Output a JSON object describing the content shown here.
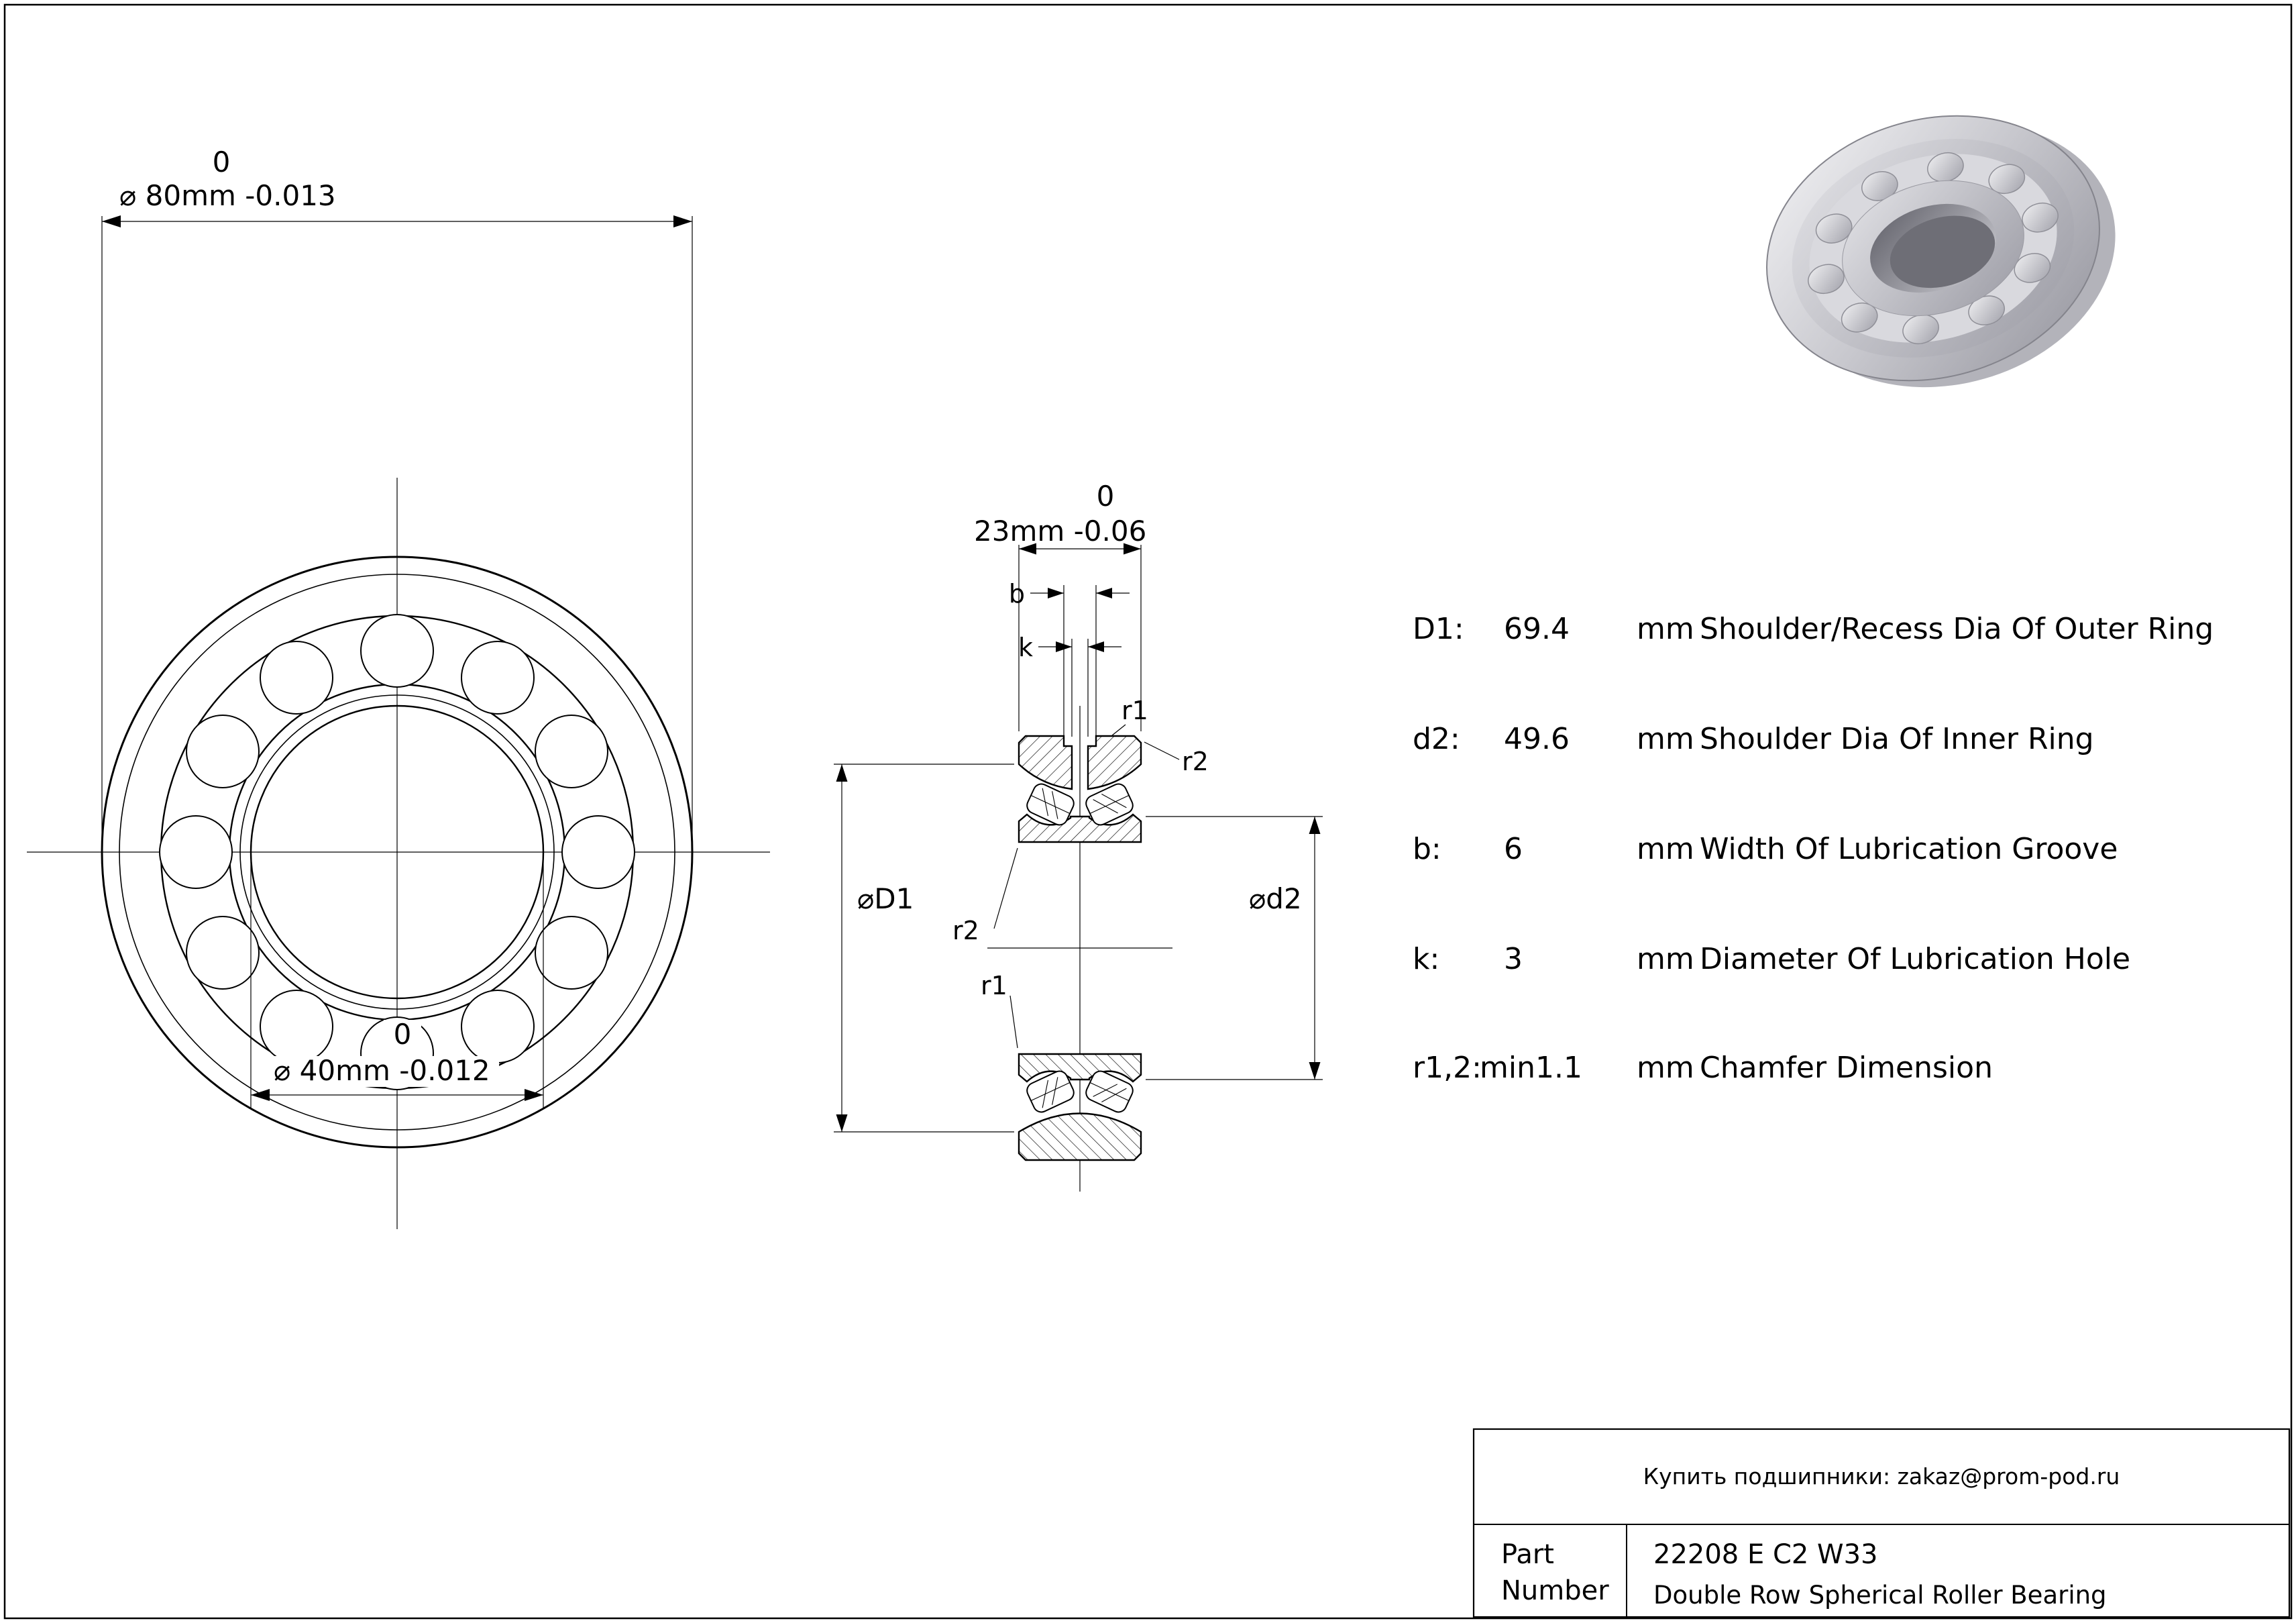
{
  "front_view": {
    "od_dim": {
      "upper": "0",
      "label": "⌀ 80mm -0.013"
    },
    "bore_dim": {
      "upper": "0",
      "label": "⌀ 40mm -0.012"
    }
  },
  "section_view": {
    "width_dim": {
      "upper": "0",
      "label": "23mm -0.06"
    },
    "groove_width_label": "b",
    "hole_dia_label": "k",
    "chamfer_top_inner": "r1",
    "chamfer_top_outer": "r2",
    "chamfer_left_outer": "r2",
    "chamfer_left_inner": "r1",
    "outer_shoulder_dim_label": "⌀D1",
    "inner_shoulder_dim_label": "⌀d2"
  },
  "specs": [
    {
      "label": "D1:",
      "value": "69.4",
      "unit": "mm",
      "desc": "Shoulder/Recess Dia Of Outer Ring"
    },
    {
      "label": "d2:",
      "value": "49.6",
      "unit": "mm",
      "desc": "Shoulder Dia Of Inner Ring"
    },
    {
      "label": "b:",
      "value": "6",
      "unit": "mm",
      "desc": "Width Of Lubrication Groove"
    },
    {
      "label": "k:",
      "value": "3",
      "unit": "mm",
      "desc": "Diameter Of Lubrication Hole"
    },
    {
      "label": "r1,2:",
      "value": "min1.1",
      "unit": "mm",
      "desc": "Chamfer Dimension"
    }
  ],
  "title_block": {
    "contact": "Купить подшипники: zakaz@prom-pod.ru",
    "part_label_line1": "Part",
    "part_label_line2": "Number",
    "part_number": "22208 E C2 W33",
    "part_desc": "Double Row Spherical Roller Bearing"
  }
}
